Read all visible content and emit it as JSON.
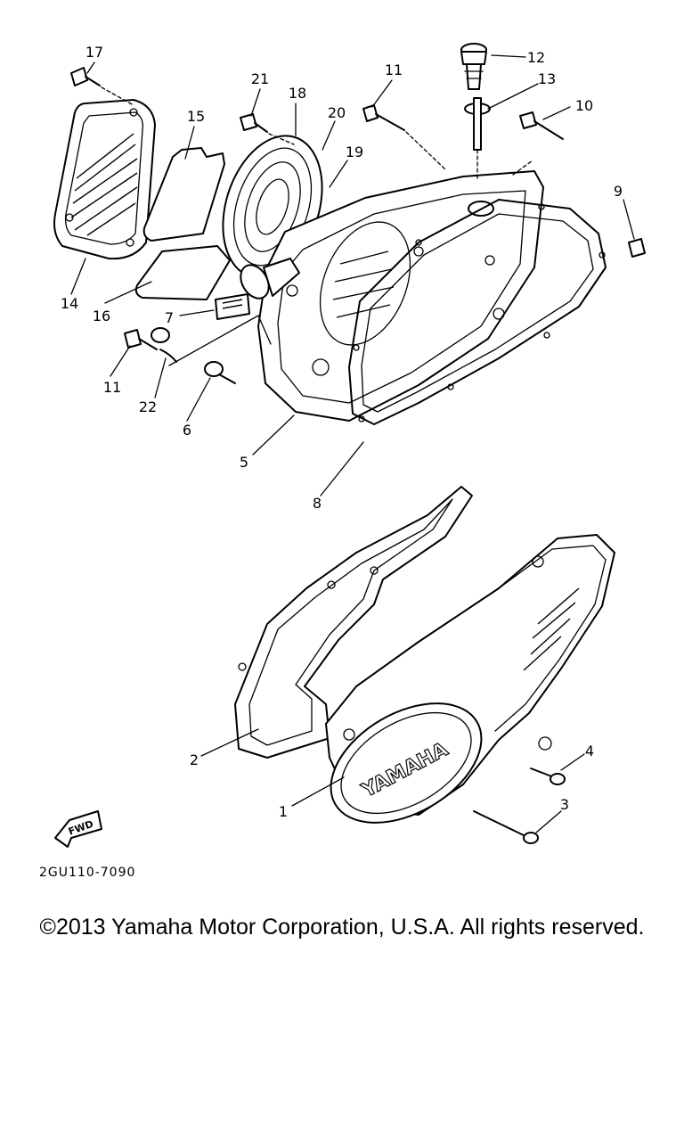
{
  "diagram_code": "2GU110-7090",
  "copyright": "©2013 Yamaha Motor Corporation, U.S.A. All rights reserved.",
  "brand_on_cover": "YAMAHA",
  "fwd_label": "FWD",
  "callouts": {
    "c1": "1",
    "c2": "2",
    "c3": "3",
    "c4": "4",
    "c5": "5",
    "c6": "6",
    "c7": "7",
    "c8": "8",
    "c9": "9",
    "c10": "10",
    "c11a": "11",
    "c11b": "11",
    "c12": "12",
    "c13": "13",
    "c14": "14",
    "c15": "15",
    "c16": "16",
    "c17": "17",
    "c18": "18",
    "c19": "19",
    "c20": "20",
    "c21": "21",
    "c22": "22"
  }
}
